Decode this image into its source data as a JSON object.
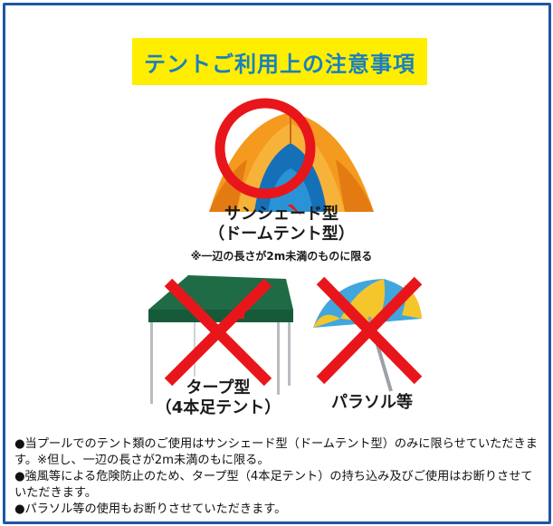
{
  "title": "テントご利用上の注意事項",
  "dome": {
    "label_line1": "サンシェード型",
    "label_line2": "（ドームテント型）",
    "note": "※一辺の長さが2m未満のものに限る",
    "status": "allowed"
  },
  "tarp": {
    "label_line1": "タープ型",
    "label_line2": "（4本足テント）",
    "status": "prohibited"
  },
  "parasol": {
    "label": "パラソル等",
    "status": "prohibited"
  },
  "notes": [
    "●当プールでのテント類のご使用はサンシェード型（ドームテント型）のみに限らせていただきます。※但し、一辺の長さが2m未満のもに限る。",
    "●強風等による危険防止のため、タープ型（4本足テント）の持ち込み及びご使用はお断りさせていただきます。",
    "●パラソル等の使用もお断りさせていただきます。"
  ],
  "colors": {
    "border": "#1e56a6",
    "title_bg": "#ffee00",
    "title_text": "#1a7fc0",
    "circle": "#e8161b",
    "cross": "#e8161b",
    "tent_orange": "#f39a1f",
    "tent_blue": "#1670b8",
    "tarp_green": "#1f6b46",
    "parasol_blue": "#41a6dd",
    "parasol_yellow": "#f5c62c"
  },
  "icons": {
    "dome": "dome-tent-icon",
    "ok": "circle-ok-icon",
    "tarp": "tarp-tent-icon",
    "parasol": "parasol-icon",
    "ng": "cross-ng-icon"
  }
}
